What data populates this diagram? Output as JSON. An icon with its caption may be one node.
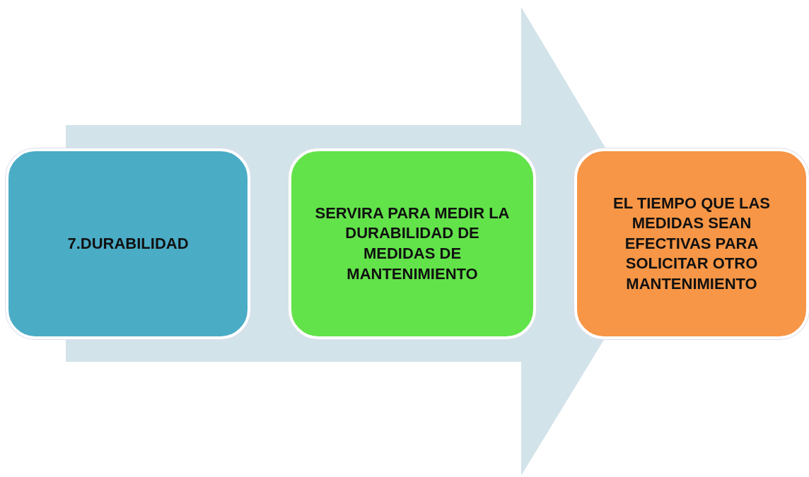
{
  "diagram": {
    "nodes": [
      {
        "text": [
          "7.DURABILIDAD"
        ]
      },
      {
        "text": [
          "SERVIRA PARA MEDIR LA DURABILIDAD DE MEDIDAS DE MANTENIMIENTO"
        ]
      },
      {
        "text": [
          "EL TIEMPO QUE LAS MEDIDAS SEAN EFECTIVAS PARA SOLICITAR OTRO MANTENIMIENTO"
        ]
      }
    ],
    "edges": [
      {
        "from": 0,
        "to": 2,
        "arrow": "to",
        "style": "thick"
      }
    ]
  }
}
